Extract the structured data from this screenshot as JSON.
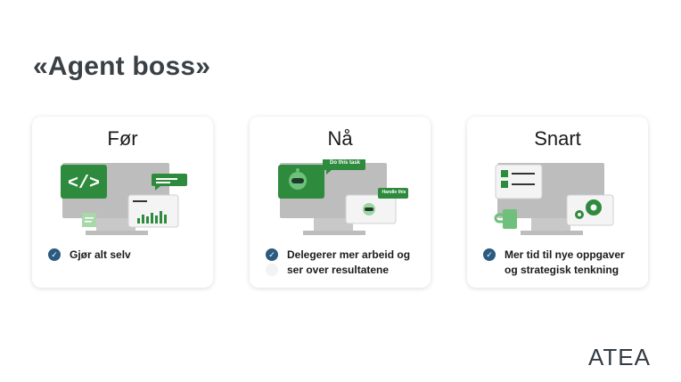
{
  "slide": {
    "title": "«Agent boss»"
  },
  "cards": [
    {
      "heading": "Før",
      "items": [
        "Gjør alt selv"
      ]
    },
    {
      "heading": "Nå",
      "items": [
        "Delegerer mer arbeid og",
        "ser over resultatene"
      ],
      "bubbles": [
        "Do this task",
        "Handle this"
      ]
    },
    {
      "heading": "Snart",
      "items": [
        "Mer tid til nye oppgaver",
        "og strategisk tenkning"
      ]
    }
  ],
  "brand": {
    "logo_text": "ATEA"
  },
  "colors": {
    "accent_green": "#2e8b3d",
    "check_blue": "#2b5b80",
    "monitor_gray": "#b9b9b9"
  }
}
